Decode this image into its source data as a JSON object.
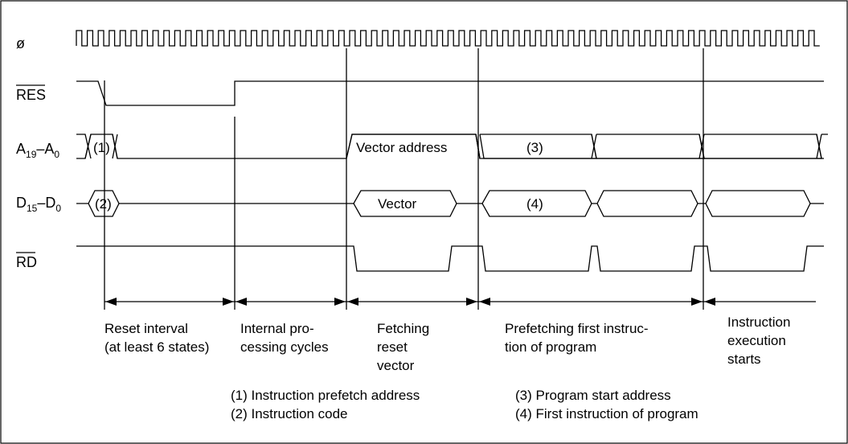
{
  "signals": {
    "clock": "ø",
    "reset": "RES",
    "address": {
      "base": "A",
      "sub_hi": "19",
      "dash": "–",
      "base2": "A",
      "sub_lo": "0"
    },
    "data": {
      "base": "D",
      "sub_hi": "15",
      "dash": "–",
      "base2": "D",
      "sub_lo": "0"
    },
    "read": "RD"
  },
  "bus_labels": {
    "addr_marker": "(1)",
    "data_marker": "(2)",
    "vector_address": "Vector address",
    "program_start": "(3)",
    "vector": "Vector",
    "first_instruction": "(4)"
  },
  "phases": [
    {
      "lines": [
        "Reset interval",
        "(at least 6 states)"
      ]
    },
    {
      "lines": [
        "Internal pro-",
        "cessing cycles"
      ]
    },
    {
      "lines": [
        "Fetching",
        "reset",
        "vector"
      ]
    },
    {
      "lines": [
        "Prefetching first instruc-",
        "tion of program"
      ]
    },
    {
      "lines": [
        "Instruction",
        "execution",
        "starts"
      ]
    }
  ],
  "notes": [
    "(1)  Instruction prefetch address",
    "(2)  Instruction code",
    "(3)  Program start address",
    "(4)  First instruction of program"
  ]
}
